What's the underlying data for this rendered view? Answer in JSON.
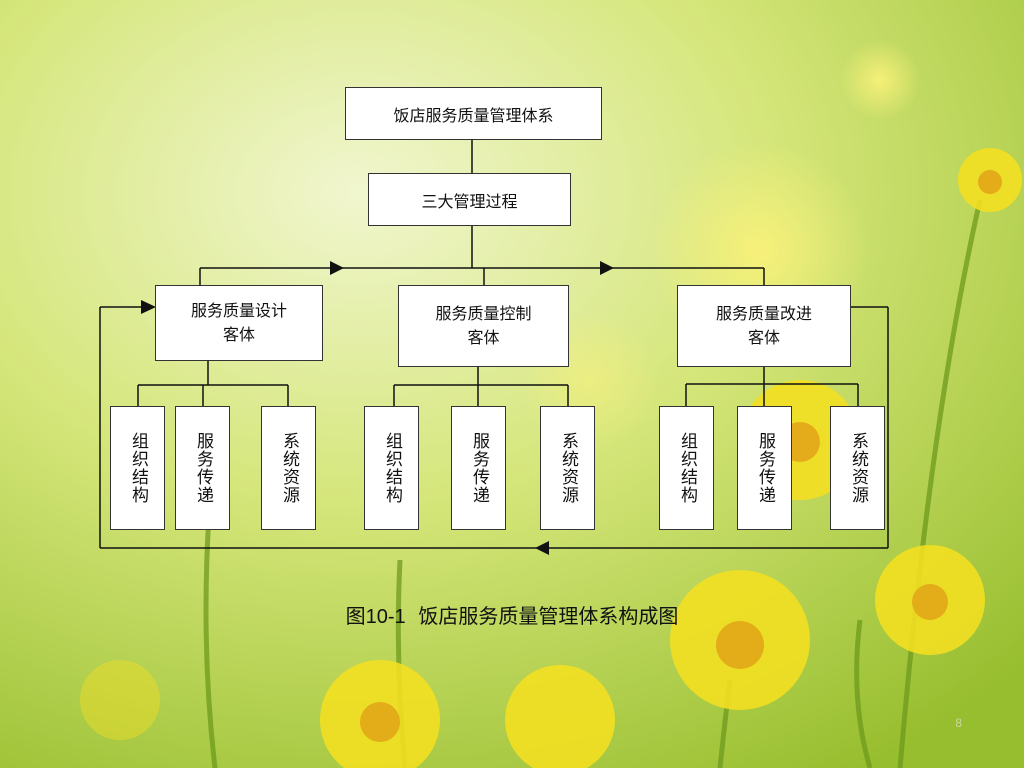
{
  "diagram": {
    "root": "饭店服务质量管理体系",
    "level2": "三大管理过程",
    "processes": [
      {
        "label": "服务质量设计客体",
        "line1": "服务质量设计",
        "line2": "客体"
      },
      {
        "label": "服务质量控制客体",
        "line1": "服务质量控制",
        "line2": "客体"
      },
      {
        "label": "服务质量改进客体",
        "line1": "服务质量改进",
        "line2": "客体"
      }
    ],
    "leaves": [
      [
        "组织结构",
        "服务传递",
        "系统资源"
      ],
      [
        "组织结构",
        "服务传递",
        "系统资源"
      ],
      [
        "组织结构",
        "服务传递",
        "系统资源"
      ]
    ]
  },
  "caption": {
    "prefix": "图",
    "number": "10-1",
    "text": "饭店服务质量管理体系构成图"
  },
  "page_number": "8",
  "colors": {
    "background_light": "#e6efb6",
    "background_green": "#a6c93a",
    "flower_yellow": "#f2e02a",
    "box_fill": "#ffffff",
    "line": "#111111"
  }
}
